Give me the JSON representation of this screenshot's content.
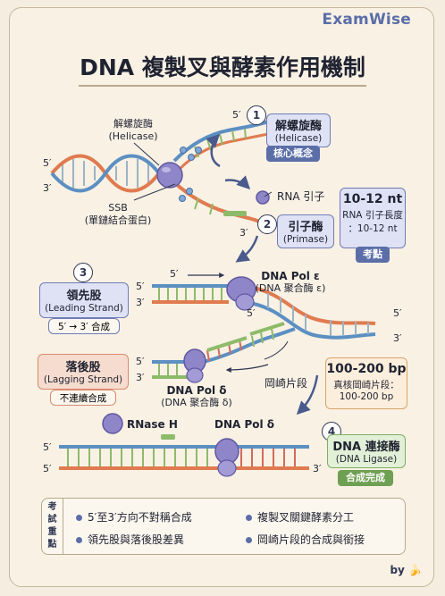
{
  "brand": "ExamWise",
  "title": "DNA 複製叉與酵素作用機制",
  "labels": {
    "helicase_cn": "解螺旋酶",
    "helicase_en": "(Helicase)",
    "ssb": "SSB",
    "ssb_cn": "(單鏈結合蛋白)",
    "rna_primer": "RNA 引子",
    "pol_e": "DNA Pol ε",
    "pol_e_cn": "(DNA 聚合酶 ε)",
    "pol_d": "DNA Pol δ",
    "pol_d_cn": "(DNA 聚合酶 δ)",
    "okazaki": "岡崎片段",
    "rnase_h": "RNase H",
    "pol_d2": "DNA Pol δ",
    "prime5": "5′",
    "prime3": "3′"
  },
  "steps": {
    "one": "1",
    "two": "2",
    "three": "3",
    "four": "4"
  },
  "cards": {
    "helicase": {
      "title": "解螺旋酶",
      "sub": "(Helicase)",
      "tag": "核心概念"
    },
    "primase": {
      "title": "引子酶",
      "sub": "(Primase)"
    },
    "primer_len": {
      "title": "10-12 nt",
      "sub1": "RNA 引子長度",
      "sub2": "：10-12 nt",
      "tag": "考點"
    },
    "leading": {
      "title": "領先股",
      "sub": "(Leading Strand)",
      "tag": "5′ → 3′ 合成"
    },
    "lagging": {
      "title": "落後股",
      "sub": "(Lagging Strand)",
      "tag": "不連續合成"
    },
    "okazaki_len": {
      "title": "100-200 bp",
      "sub1": "真核岡崎片段：",
      "sub2": "100-200 bp"
    },
    "ligase": {
      "title": "DNA 連接酶",
      "sub": "(DNA Ligase)",
      "tag": "合成完成"
    }
  },
  "summary": {
    "header": [
      "考",
      "試",
      "重",
      "點"
    ],
    "items": [
      "5′至3′方向不對稱合成",
      "複製叉關鍵酵素分工",
      "領先股與落後股差異",
      "岡崎片段的合成與銜接"
    ]
  },
  "signature": "by 🍌",
  "colors": {
    "accent": "#5b6ea8",
    "strand_orange": "#e07a4f",
    "strand_blue": "#5c8fc2",
    "rung_green": "#8dbb6a",
    "enzyme_purple": "#8f86c9",
    "lagging_card": "#f6dccf",
    "okazaki_card": "#fbeedd",
    "ligase_card": "#e1f0d7"
  }
}
